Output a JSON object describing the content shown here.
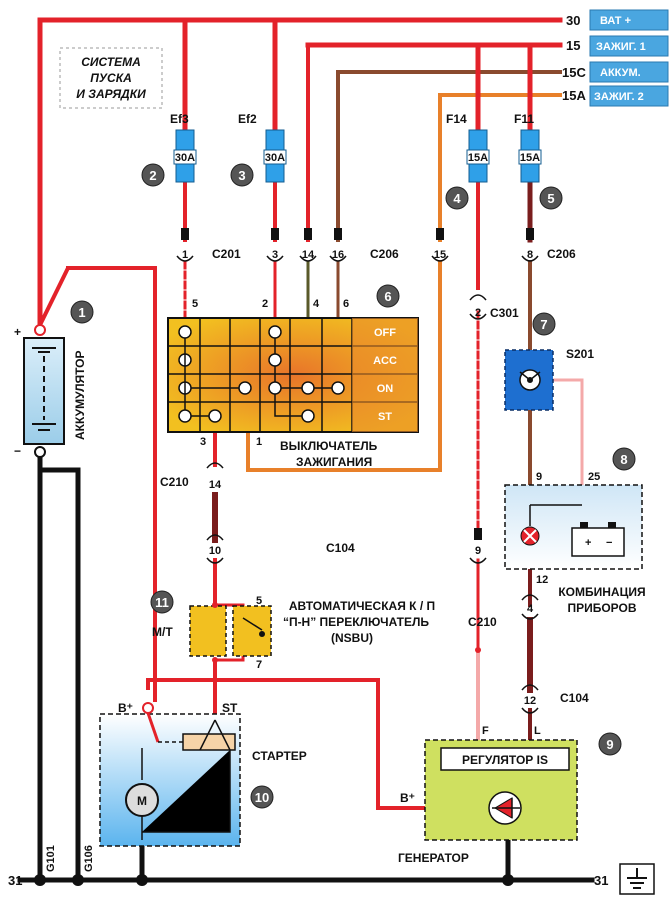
{
  "title_lines": [
    "СИСТЕМА",
    "ПУСКА",
    "И ЗАРЯДКИ"
  ],
  "rails": [
    {
      "num": "30",
      "tag": "ВАТ +"
    },
    {
      "num": "15",
      "tag": "ЗАЖИГ. 1"
    },
    {
      "num": "15C",
      "tag": "АККУМ."
    },
    {
      "num": "15A",
      "tag": "ЗАЖИГ. 2"
    }
  ],
  "fuses": [
    {
      "name": "Ef3",
      "rating": "30A"
    },
    {
      "name": "Ef2",
      "rating": "30A"
    },
    {
      "name": "F14",
      "rating": "15A"
    },
    {
      "name": "F11",
      "rating": "15A"
    }
  ],
  "connectors": {
    "c201": "C201",
    "c206a": "C206",
    "c206b": "C206",
    "c301": "C301",
    "c210a": "C210",
    "c210b": "C210",
    "c104a": "C104",
    "c104b": "C104",
    "s201": "S201"
  },
  "pins": {
    "p1": "1",
    "p3": "3",
    "p14": "14",
    "p16": "16",
    "p15": "15",
    "p8": "8",
    "p2": "2",
    "p9a": "9",
    "p25": "25",
    "p12a": "12",
    "p4": "4",
    "p12b": "12",
    "p14b": "14",
    "p10": "10",
    "p9b": "9",
    "sw5": "5",
    "sw2": "2",
    "sw4": "4",
    "sw6": "6",
    "sw3": "3",
    "sw1": "1",
    "n5": "5",
    "n7": "7"
  },
  "switch_positions": [
    "OFF",
    "ACC",
    "ON",
    "ST"
  ],
  "switch_label": [
    "ВЫКЛЮЧАТЕЛЬ",
    "ЗАЖИГАНИЯ"
  ],
  "battery_label": "АККУМУЛЯТОР",
  "battery_plus": "+",
  "battery_minus": "−",
  "cluster_label": [
    "КОМБИНАЦИЯ",
    "ПРИБОРОВ"
  ],
  "nsbu_label": [
    "АВТОМАТИЧЕСКАЯ К / П",
    "“П-Н” ПЕРЕКЛЮЧАТЕЛЬ",
    "(NSBU)"
  ],
  "mt_label": "М/Т",
  "starter_label": "СТАРТЕР",
  "starter_b": "B⁺",
  "starter_st": "ST",
  "motor": "M",
  "regulator_label": "РЕГУЛЯТОР IS",
  "gen_label": "ГЕНЕРАТОР",
  "gen_b": "B⁺",
  "gen_f": "F",
  "gen_l": "L",
  "grounds": {
    "g101": "G101",
    "g106": "G106",
    "left31": "31",
    "right31": "31"
  },
  "callouts": [
    "1",
    "2",
    "3",
    "4",
    "5",
    "6",
    "7",
    "8",
    "9",
    "10",
    "11"
  ],
  "colors": {
    "red": "#e3222a",
    "brown": "#8a4a2e",
    "orange": "#e8802a",
    "pink": "#f4a9a9",
    "darkred": "#7a1d1d",
    "tagblue": "#4aa6e0"
  }
}
